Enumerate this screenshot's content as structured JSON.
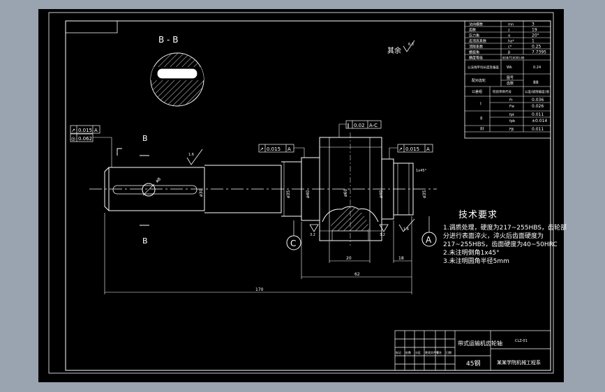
{
  "section": {
    "label": "B - B"
  },
  "cut_marks": {
    "top": "B",
    "bottom": "B"
  },
  "roughness_rest": {
    "label": "其余",
    "value": "6.3"
  },
  "roughness_marks": {
    "a": "1.6",
    "b": "3.2",
    "c": "3.2",
    "d": "1.6"
  },
  "datums": {
    "c": "C",
    "a": "A"
  },
  "tolerance_frames": {
    "left_1": {
      "symbol": "↗",
      "value": "0.015",
      "ref": "A"
    },
    "left_2": {
      "symbol": "◎",
      "value": "0.062"
    },
    "mid_left": {
      "symbol": "↗",
      "value": "0.015",
      "ref": "A"
    },
    "top_center": {
      "symbol": "∥",
      "value": "0.02",
      "ref": "A-C"
    },
    "mid_right": {
      "symbol": "↗",
      "value": "0.015",
      "ref": "A"
    }
  },
  "diameters": {
    "d1": "ø30",
    "d2": "ø35",
    "d3": "ø40",
    "d4": "ø60",
    "d5": "ø40",
    "d6": "ø35",
    "d7": "ø8"
  },
  "dimensions": {
    "overall": "170",
    "gear_len": "62",
    "hub": "20",
    "right": "18"
  },
  "chamfer_note": "1x45°",
  "notes": {
    "title": "技术要求",
    "lines": [
      "1.调质处理，硬度为217~255HBS，齿轮部",
      "分进行表面淬火，淬火后齿面硬度为",
      "217~255HBS，齿面硬度为40~50HRC",
      "2.未注明倒角1x45°",
      "3.未注明圆角半径5mm"
    ]
  },
  "param_table": {
    "rows": [
      {
        "name": "法向模数",
        "sym": "mn",
        "val": "3"
      },
      {
        "name": "齿数",
        "sym": "z",
        "val": "19"
      },
      {
        "name": "压力角",
        "sym": "α",
        "val": "20°"
      },
      {
        "name": "齿顶高系数",
        "sym": "ha*",
        "val": "1"
      },
      {
        "name": "顶隙系数",
        "sym": "c*",
        "val": "0.25"
      },
      {
        "name": "螺旋角",
        "sym": "β",
        "val": "7.7395"
      },
      {
        "name": "精度等级",
        "sym": "",
        "val": "8GB/T10095-88"
      }
    ],
    "row_mid1": {
      "name": "公法线平均长度及偏差",
      "a": "Wk",
      "b": "0.24"
    },
    "row_mid2": {
      "name": "配对齿轮",
      "a": "图号",
      "b": "齿数",
      "c": "88"
    },
    "group_head": {
      "c1": "公差组",
      "c2": "检验项目代号",
      "c3": "公差(极限偏差)值"
    },
    "groups": [
      {
        "id": "I",
        "items": [
          {
            "code": "Fr",
            "val": "0.036"
          },
          {
            "code": "Fw",
            "val": "0.026"
          }
        ]
      },
      {
        "id": "II",
        "items": [
          {
            "code": "fpt",
            "val": "0.011"
          },
          {
            "code": "fpb",
            "val": "±0.014"
          }
        ]
      },
      {
        "id": "III",
        "items": [
          {
            "code": "Fβ",
            "val": "0.011"
          }
        ]
      }
    ]
  },
  "title_block": {
    "name": "带式运输机齿轮轴",
    "material": "45钢",
    "drawing_no": "CLZ-01",
    "school": "某某学院机械工程系",
    "labels": [
      "标记",
      "处数",
      "分区",
      "更改文件号",
      "签名",
      "日期"
    ]
  }
}
